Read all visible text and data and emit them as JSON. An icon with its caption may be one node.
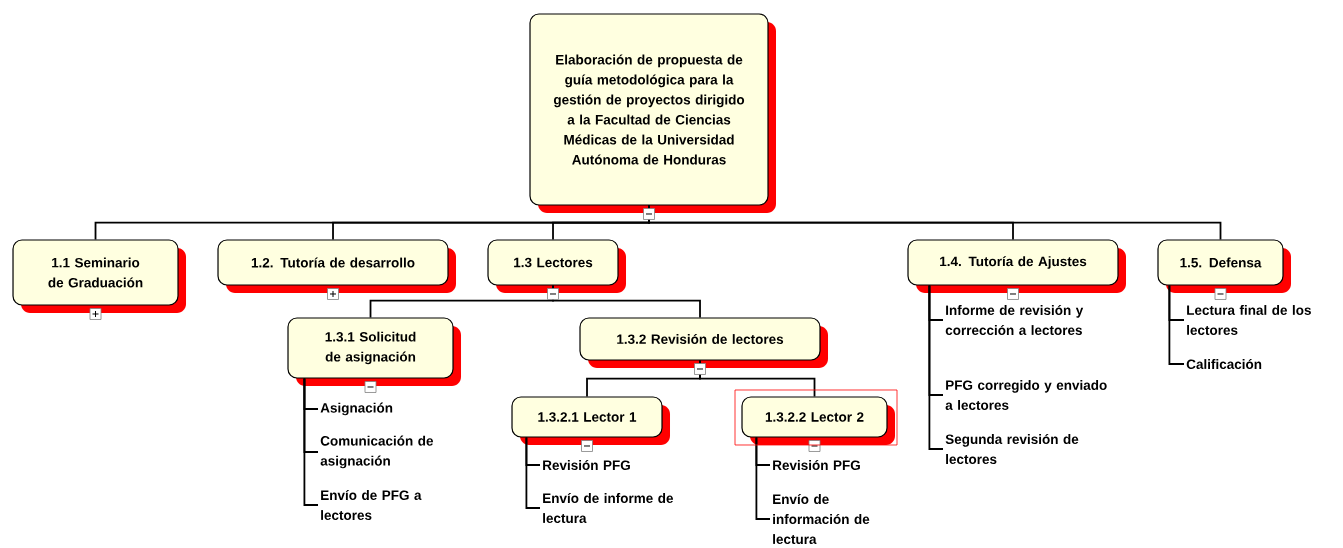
{
  "diagram": {
    "nodes": [
      {
        "text": [
          "Elaboración de propuesta de guía metodológica para la gestión de proyectos dirigido a la Facultad de Ciencias Médicas de la Universidad Autónoma de Honduras"
        ]
      },
      {
        "text": [
          "1.1 Seminario de Graduación"
        ]
      },
      {
        "text": [
          "1.2. Tutoría de desarrollo"
        ]
      },
      {
        "text": [
          "1.3 Lectores"
        ]
      },
      {
        "text": [
          "1.4. Tutoría de Ajustes"
        ]
      },
      {
        "text": [
          "1.5. Defensa"
        ]
      },
      {
        "text": [
          "1.3.1 Solicitud de asignación"
        ]
      },
      {
        "text": [
          "1.3.2 Revisión de lectores"
        ]
      },
      {
        "text": [
          "1.3.2.1 Lector 1"
        ]
      },
      {
        "text": [
          "1.3.2.2 Lector 2"
        ]
      },
      {
        "text": [
          "Asignación"
        ]
      },
      {
        "text": [
          "Comunicación de asignación"
        ]
      },
      {
        "text": [
          "Envío de PFG a lectores"
        ]
      },
      {
        "text": [
          "Revisión PFG"
        ]
      },
      {
        "text": [
          "Envío de informe de lectura"
        ]
      },
      {
        "text": [
          "Revisión PFG"
        ]
      },
      {
        "text": [
          "Envío de información de lectura"
        ]
      },
      {
        "text": [
          "Informe de revisión y corrección a lectores"
        ]
      },
      {
        "text": [
          "PFG corregido y enviado a lectores"
        ]
      },
      {
        "text": [
          "Segunda revisión de lectores"
        ]
      },
      {
        "text": [
          "Lectura final de los lectores"
        ]
      },
      {
        "text": [
          "Calificación"
        ]
      }
    ],
    "edges": [
      {
        "from": 0,
        "to": 1,
        "arrow": "none"
      },
      {
        "from": 0,
        "to": 2,
        "arrow": "none"
      },
      {
        "from": 0,
        "to": 3,
        "arrow": "none"
      },
      {
        "from": 0,
        "to": 4,
        "arrow": "none"
      },
      {
        "from": 0,
        "to": 5,
        "arrow": "none"
      },
      {
        "from": 3,
        "to": 6,
        "arrow": "none"
      },
      {
        "from": 3,
        "to": 7,
        "arrow": "none"
      },
      {
        "from": 7,
        "to": 8,
        "arrow": "none"
      },
      {
        "from": 7,
        "to": 9,
        "arrow": "none"
      },
      {
        "from": 6,
        "to": 10,
        "arrow": "none"
      },
      {
        "from": 6,
        "to": 11,
        "arrow": "none"
      },
      {
        "from": 6,
        "to": 12,
        "arrow": "none"
      },
      {
        "from": 8,
        "to": 13,
        "arrow": "none"
      },
      {
        "from": 8,
        "to": 14,
        "arrow": "none"
      },
      {
        "from": 9,
        "to": 15,
        "arrow": "none"
      },
      {
        "from": 9,
        "to": 16,
        "arrow": "none"
      },
      {
        "from": 4,
        "to": 17,
        "arrow": "none"
      },
      {
        "from": 4,
        "to": 18,
        "arrow": "none"
      },
      {
        "from": 4,
        "to": 19,
        "arrow": "none"
      },
      {
        "from": 5,
        "to": 20,
        "arrow": "none"
      },
      {
        "from": 5,
        "to": 21,
        "arrow": "none"
      }
    ]
  }
}
